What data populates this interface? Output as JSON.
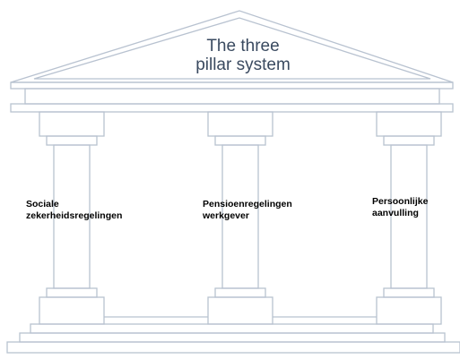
{
  "title": {
    "line1": "The three",
    "line2": "pillar system"
  },
  "pillars": [
    {
      "line1": "Sociale",
      "line2": "zekerheidsregelingen"
    },
    {
      "line1": "Pensioenregelingen",
      "line2": "werkgever"
    },
    {
      "line1": "Persoonlijke",
      "line2": "aanvulling"
    }
  ],
  "colors": {
    "outline": "#b8c2d0",
    "title_text": "#3a4a60",
    "label_text": "#000000",
    "background": "#ffffff"
  }
}
